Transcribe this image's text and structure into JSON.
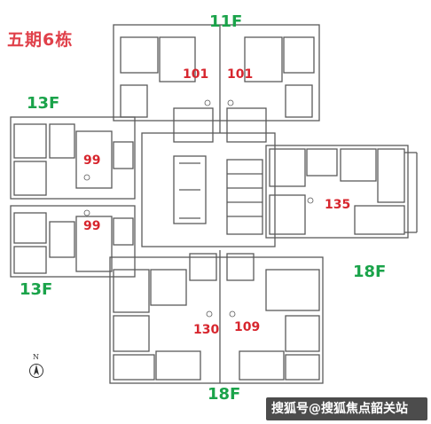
{
  "title": "五期6栋",
  "floors": {
    "top": "11F",
    "upper_left": "13F",
    "lower_left": "13F",
    "right": "18F",
    "bottom": "18F"
  },
  "units": {
    "u101_left": "101",
    "u101_right": "101",
    "u99_upper": "99",
    "u99_lower": "99",
    "u135": "135",
    "u130": "130",
    "u109": "109"
  },
  "compass": {
    "label": "N"
  },
  "watermark": {
    "text": "搜狐号@搜狐焦点韶关站"
  },
  "colors": {
    "title": "#e0404a",
    "floor_label": "#1aa34a",
    "unit_label": "#d7262e",
    "wall": "#5a5a5a"
  }
}
